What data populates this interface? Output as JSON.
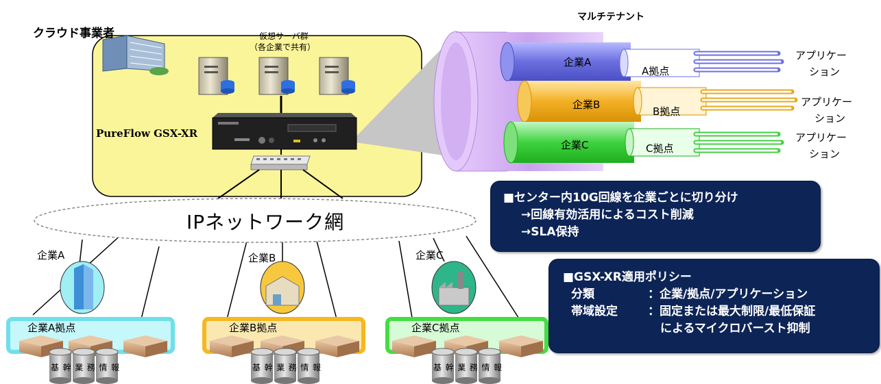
{
  "cloud": {
    "title": "クラウド事業者",
    "servers_label_line1": "仮想サーバ群",
    "servers_label_line2": "（各企業で共有）",
    "device_label": "PureFlow GSX-XR"
  },
  "multitenant": {
    "title": "マルチテナント",
    "cables": [
      {
        "company": "企業A",
        "site": "A拠点",
        "app_line1": "アプリケー",
        "app_line2": "ション",
        "color": "#6b6fe0"
      },
      {
        "company": "企業B",
        "site": "B拠点",
        "app_line1": "アプリケー",
        "app_line2": "ション",
        "color": "#f3b025"
      },
      {
        "company": "企業C",
        "site": "C拠点",
        "app_line1": "アプリケー",
        "app_line2": "ション",
        "color": "#3fd23f"
      }
    ]
  },
  "network": {
    "label": "IPネットワーク網"
  },
  "companies": [
    {
      "name": "企業A",
      "site_label": "企業A拠点",
      "db_labels": [
        "基",
        "幹",
        "業",
        "務",
        "情",
        "報"
      ],
      "color": "#7fe6ee"
    },
    {
      "name": "企業B",
      "site_label": "企業B拠点",
      "db_labels": [
        "基",
        "幹",
        "業",
        "務",
        "情",
        "報"
      ],
      "color": "#f5c33c"
    },
    {
      "name": "企業C",
      "site_label": "企業C拠点",
      "db_labels": [
        "基",
        "幹",
        "業",
        "務",
        "情",
        "報"
      ],
      "color": "#52e052"
    }
  ],
  "panel1": {
    "line1": "■センター内10G回線を企業ごとに切り分け",
    "line2": "→回線有効活用によるコスト削減",
    "line3": "→SLA保持"
  },
  "panel2": {
    "title": "■GSX-XR適用ポリシー",
    "row1_key": "分類",
    "row1_val": "：企業/拠点/アプリケーション",
    "row2_key": "帯域設定",
    "row2_val": "：固定または最大制限/最低保証",
    "row3_val": "によるマイクロバースト抑制"
  },
  "colors": {
    "cloud_bg": "#fbf59a",
    "panel_bg": "#0d2456",
    "cable_outer": "#d6b3f2"
  }
}
